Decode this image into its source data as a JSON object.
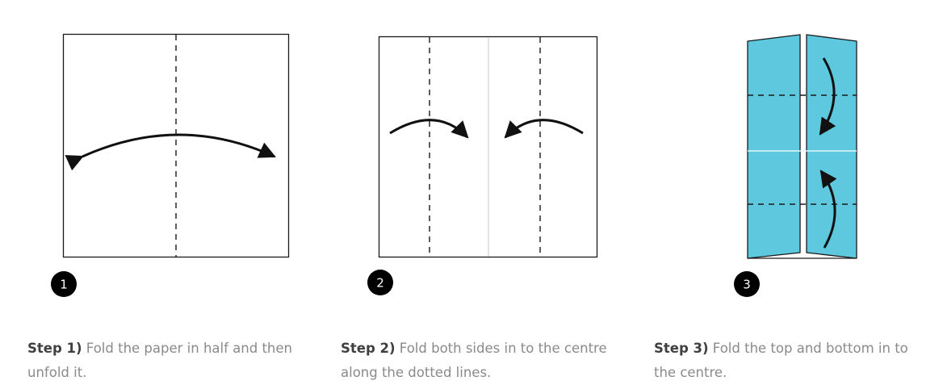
{
  "steps": [
    {
      "number": "1",
      "label": "Step 1)",
      "text": "Fold the paper in half and then unfold it."
    },
    {
      "number": "2",
      "label": "Step 2)",
      "text": "Fold both sides in to the centre along the dotted lines."
    },
    {
      "number": "3",
      "label": "Step 3)",
      "text": "Fold the top and bottom in to the centre."
    }
  ],
  "colors": {
    "paper_fill": "#ffffff",
    "paper_outline": "#1a1a1a",
    "folded_paper_fill": "#5ec8de",
    "arrow": "#111111",
    "badge": "#000000",
    "caption_text": "#8a8a8a",
    "caption_label": "#404040"
  }
}
